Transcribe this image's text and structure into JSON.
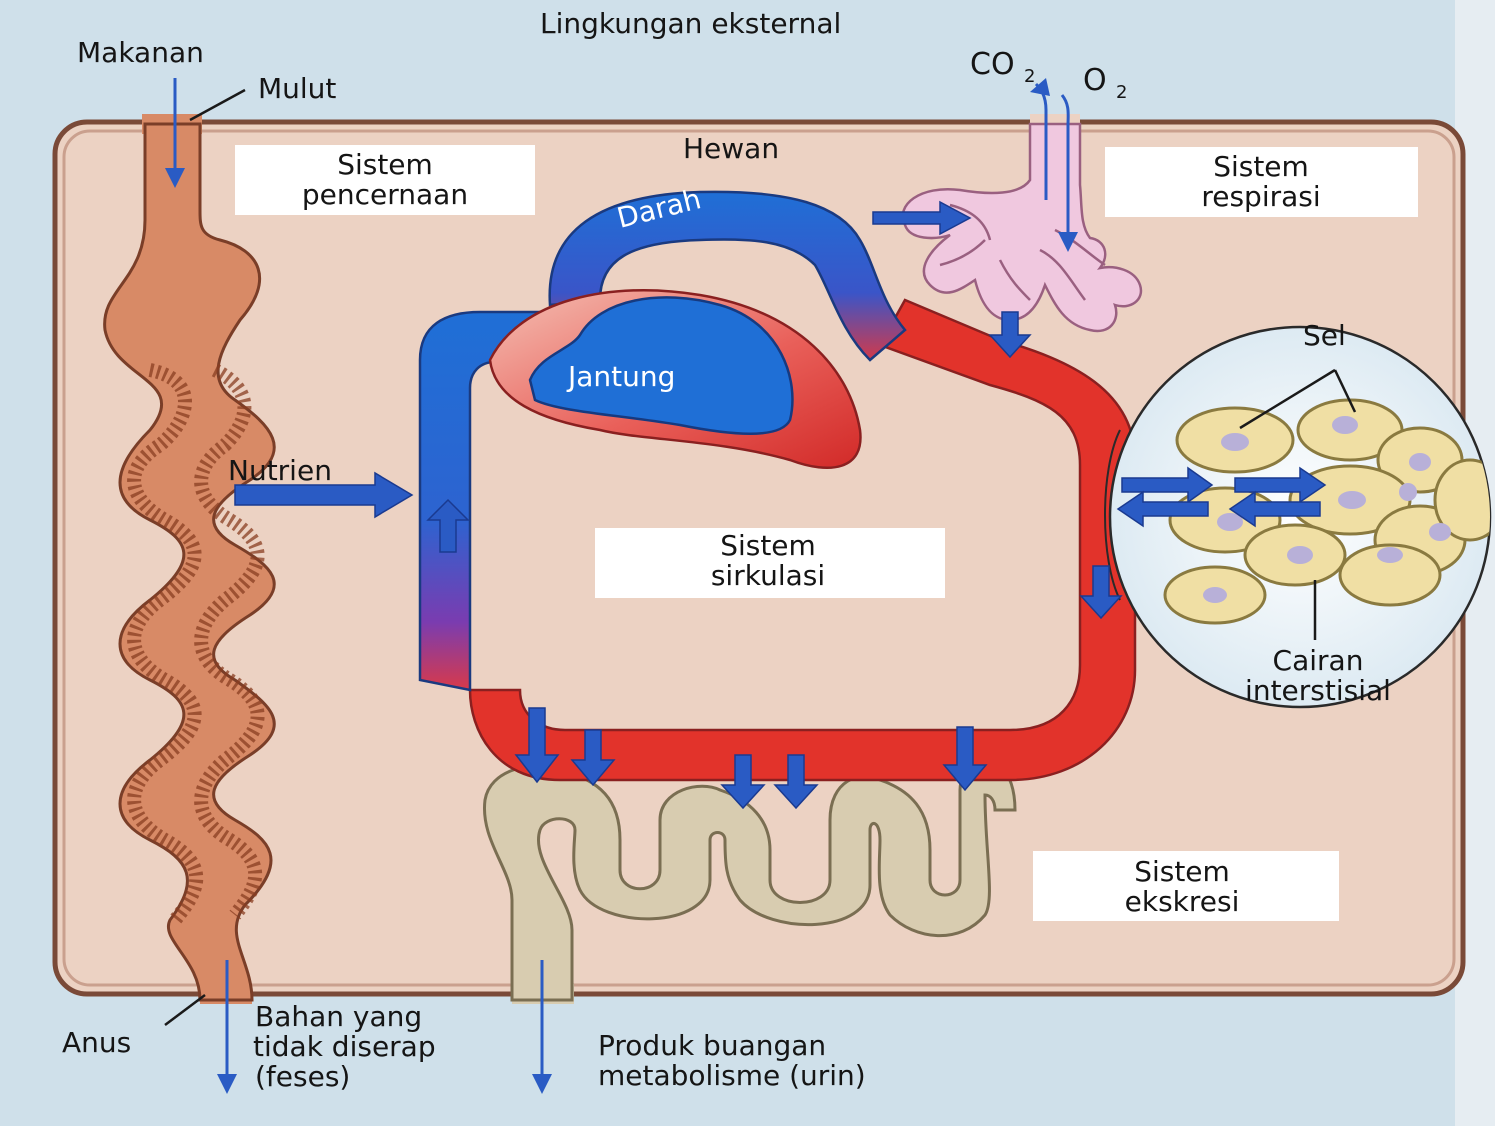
{
  "title": "Lingkungan eksternal",
  "animal": "Hewan",
  "food": "Makanan",
  "mouth": "Mulut",
  "nutrients": "Nutrien",
  "anus": "Anus",
  "feces": [
    "Bahan yang",
    "tidak diserap",
    "(feses)"
  ],
  "urine": [
    "Produk buangan",
    "metabolisme (urin)"
  ],
  "gas_co2": "CO",
  "gas_o2": "O",
  "gas_subscript": "2",
  "blood": "Darah",
  "heart": "Jantung",
  "cells": "Sel",
  "interstitial": [
    "Cairan",
    "interstisial"
  ],
  "systems": {
    "digestive": [
      "Sistem",
      "pencernaan"
    ],
    "respiratory": [
      "Sistem",
      "respirasi"
    ],
    "circulatory": [
      "Sistem",
      "sirkulasi"
    ],
    "excretory": [
      "Sistem",
      "ekskresi"
    ]
  },
  "colors": {
    "body": "#ecd2c3",
    "gut": "#d88a66",
    "deoxygenated": "#1f6fd6",
    "oxygenated": "#e2332b",
    "lung": "#f0c8df",
    "kidney": "#d8ccb0",
    "arrow": "#2a5bc4",
    "cell": "#f0dfa4"
  }
}
